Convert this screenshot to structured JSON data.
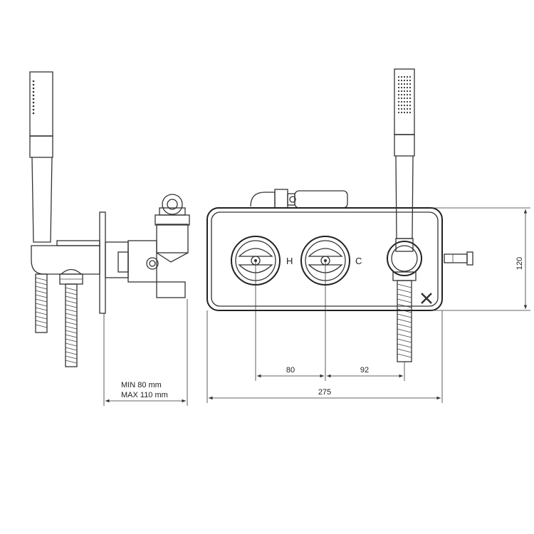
{
  "side_view": {
    "depth_min": "MIN 80 mm",
    "depth_max": "MAX 110 mm"
  },
  "front_view": {
    "hot_label": "H",
    "cold_label": "C",
    "dim_hot_to_cold": "80",
    "dim_cold_to_handset": "92",
    "dim_total_width": "275",
    "dim_plate_height": "120",
    "logo_icon": "cross-logo-icon"
  },
  "colors": {
    "line": "#333333",
    "background": "#ffffff"
  }
}
